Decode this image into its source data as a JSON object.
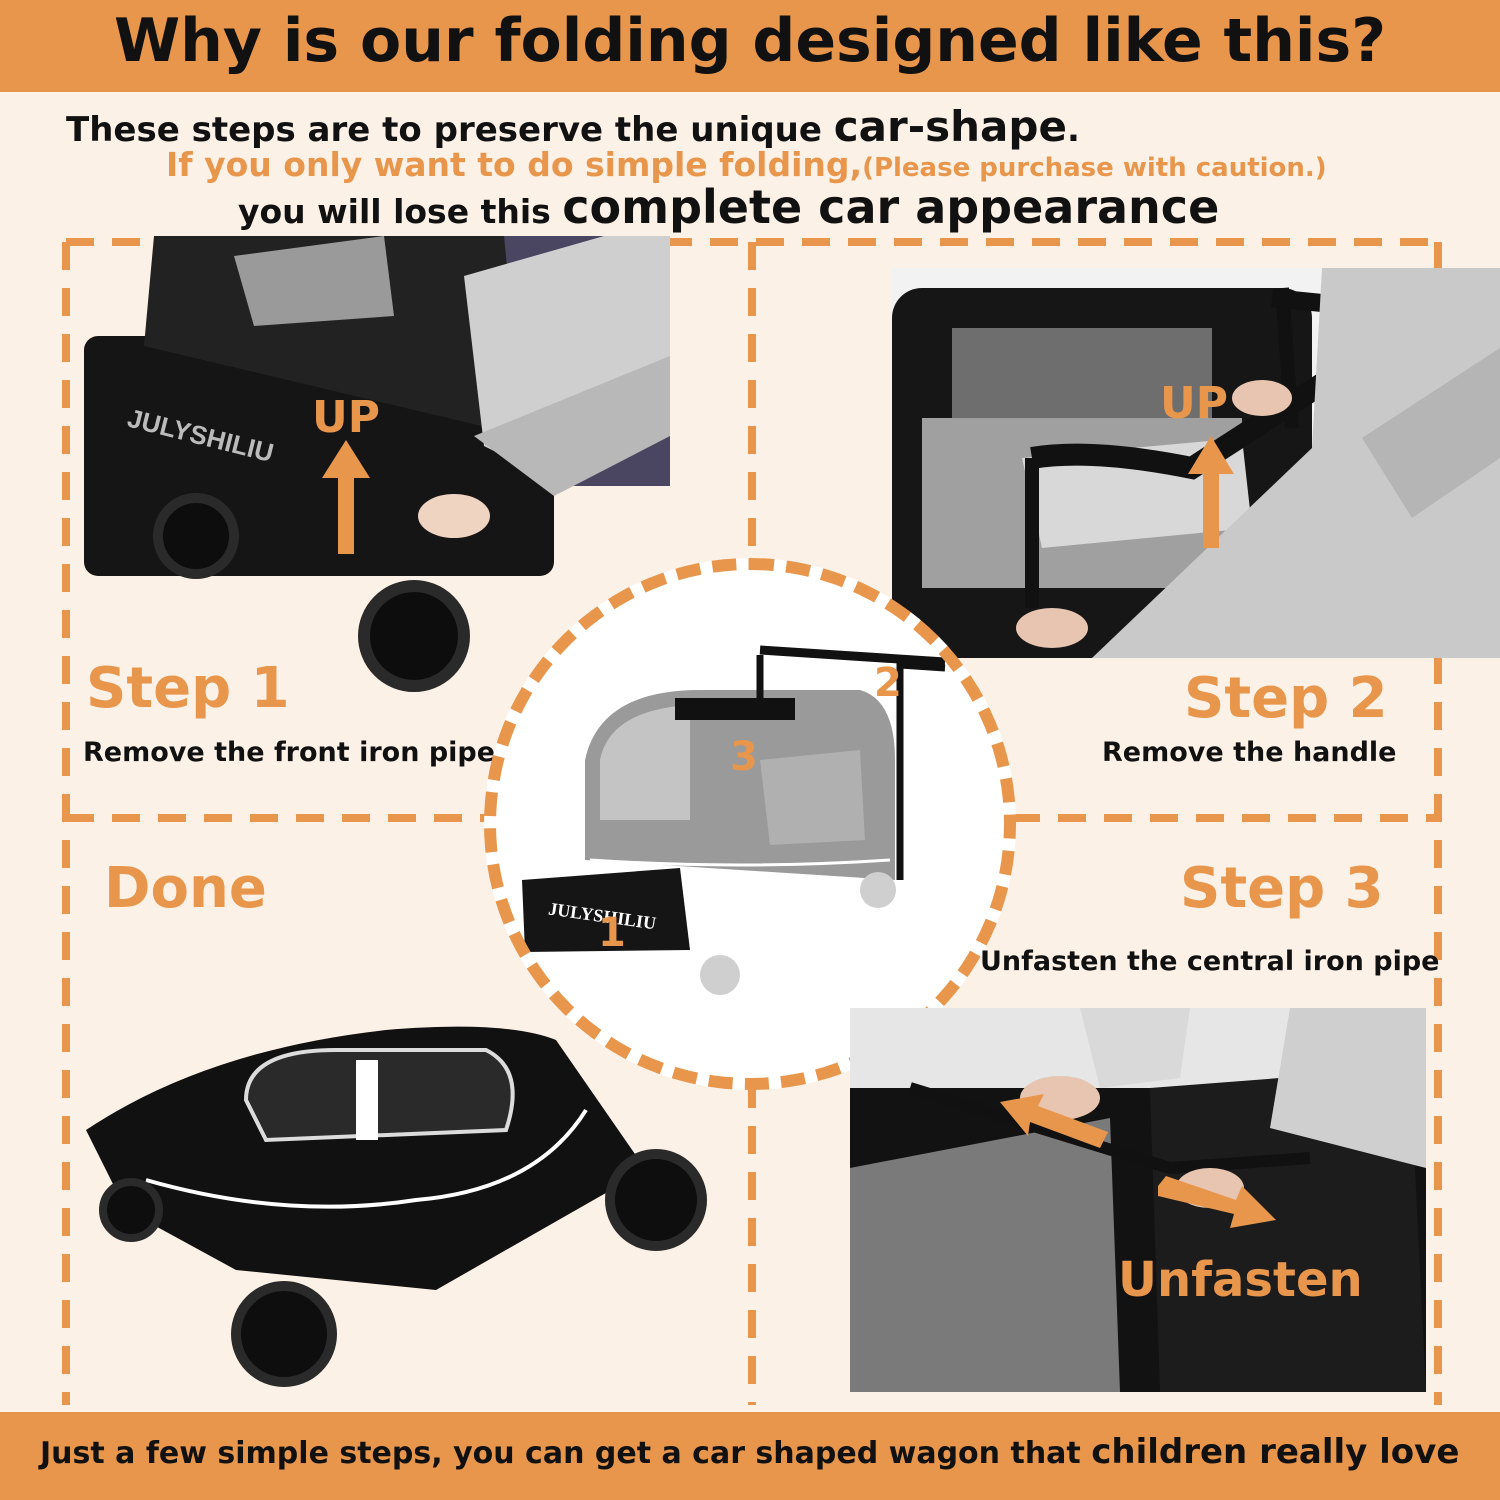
{
  "header": {
    "title": "Why is our folding designed like this?"
  },
  "intro": {
    "line1_prefix": "These steps are to preserve the unique ",
    "line1_emphasis": "car-shape",
    "line1_suffix": ".",
    "line2_main": "If you only want to do simple folding,",
    "line2_note": "(Please purchase with caution.)",
    "line3_prefix": "you will lose this ",
    "line3_emphasis": "complete car appearance"
  },
  "steps": [
    {
      "title": "Step 1",
      "description": "Remove the front iron pipe",
      "arrow_label": "UP"
    },
    {
      "title": "Step 2",
      "description": "Remove the handle",
      "arrow_label": "UP"
    },
    {
      "title": "Step 3",
      "description": "Unfasten the central iron pipe",
      "arrow_label": "Unfasten"
    },
    {
      "title": "Done",
      "description": ""
    }
  ],
  "center_diagram": {
    "markers": [
      "1",
      "2",
      "3"
    ],
    "brand_text": "JULYSHILIU"
  },
  "photo_brand_text": "JULYSHILIU",
  "footer": {
    "prefix": "Just a few simple steps, you can get a car shaped wagon that ",
    "emphasis": "children really love"
  },
  "colors": {
    "accent": "#e8964c",
    "background": "#fcf1e6",
    "text": "#111111"
  }
}
